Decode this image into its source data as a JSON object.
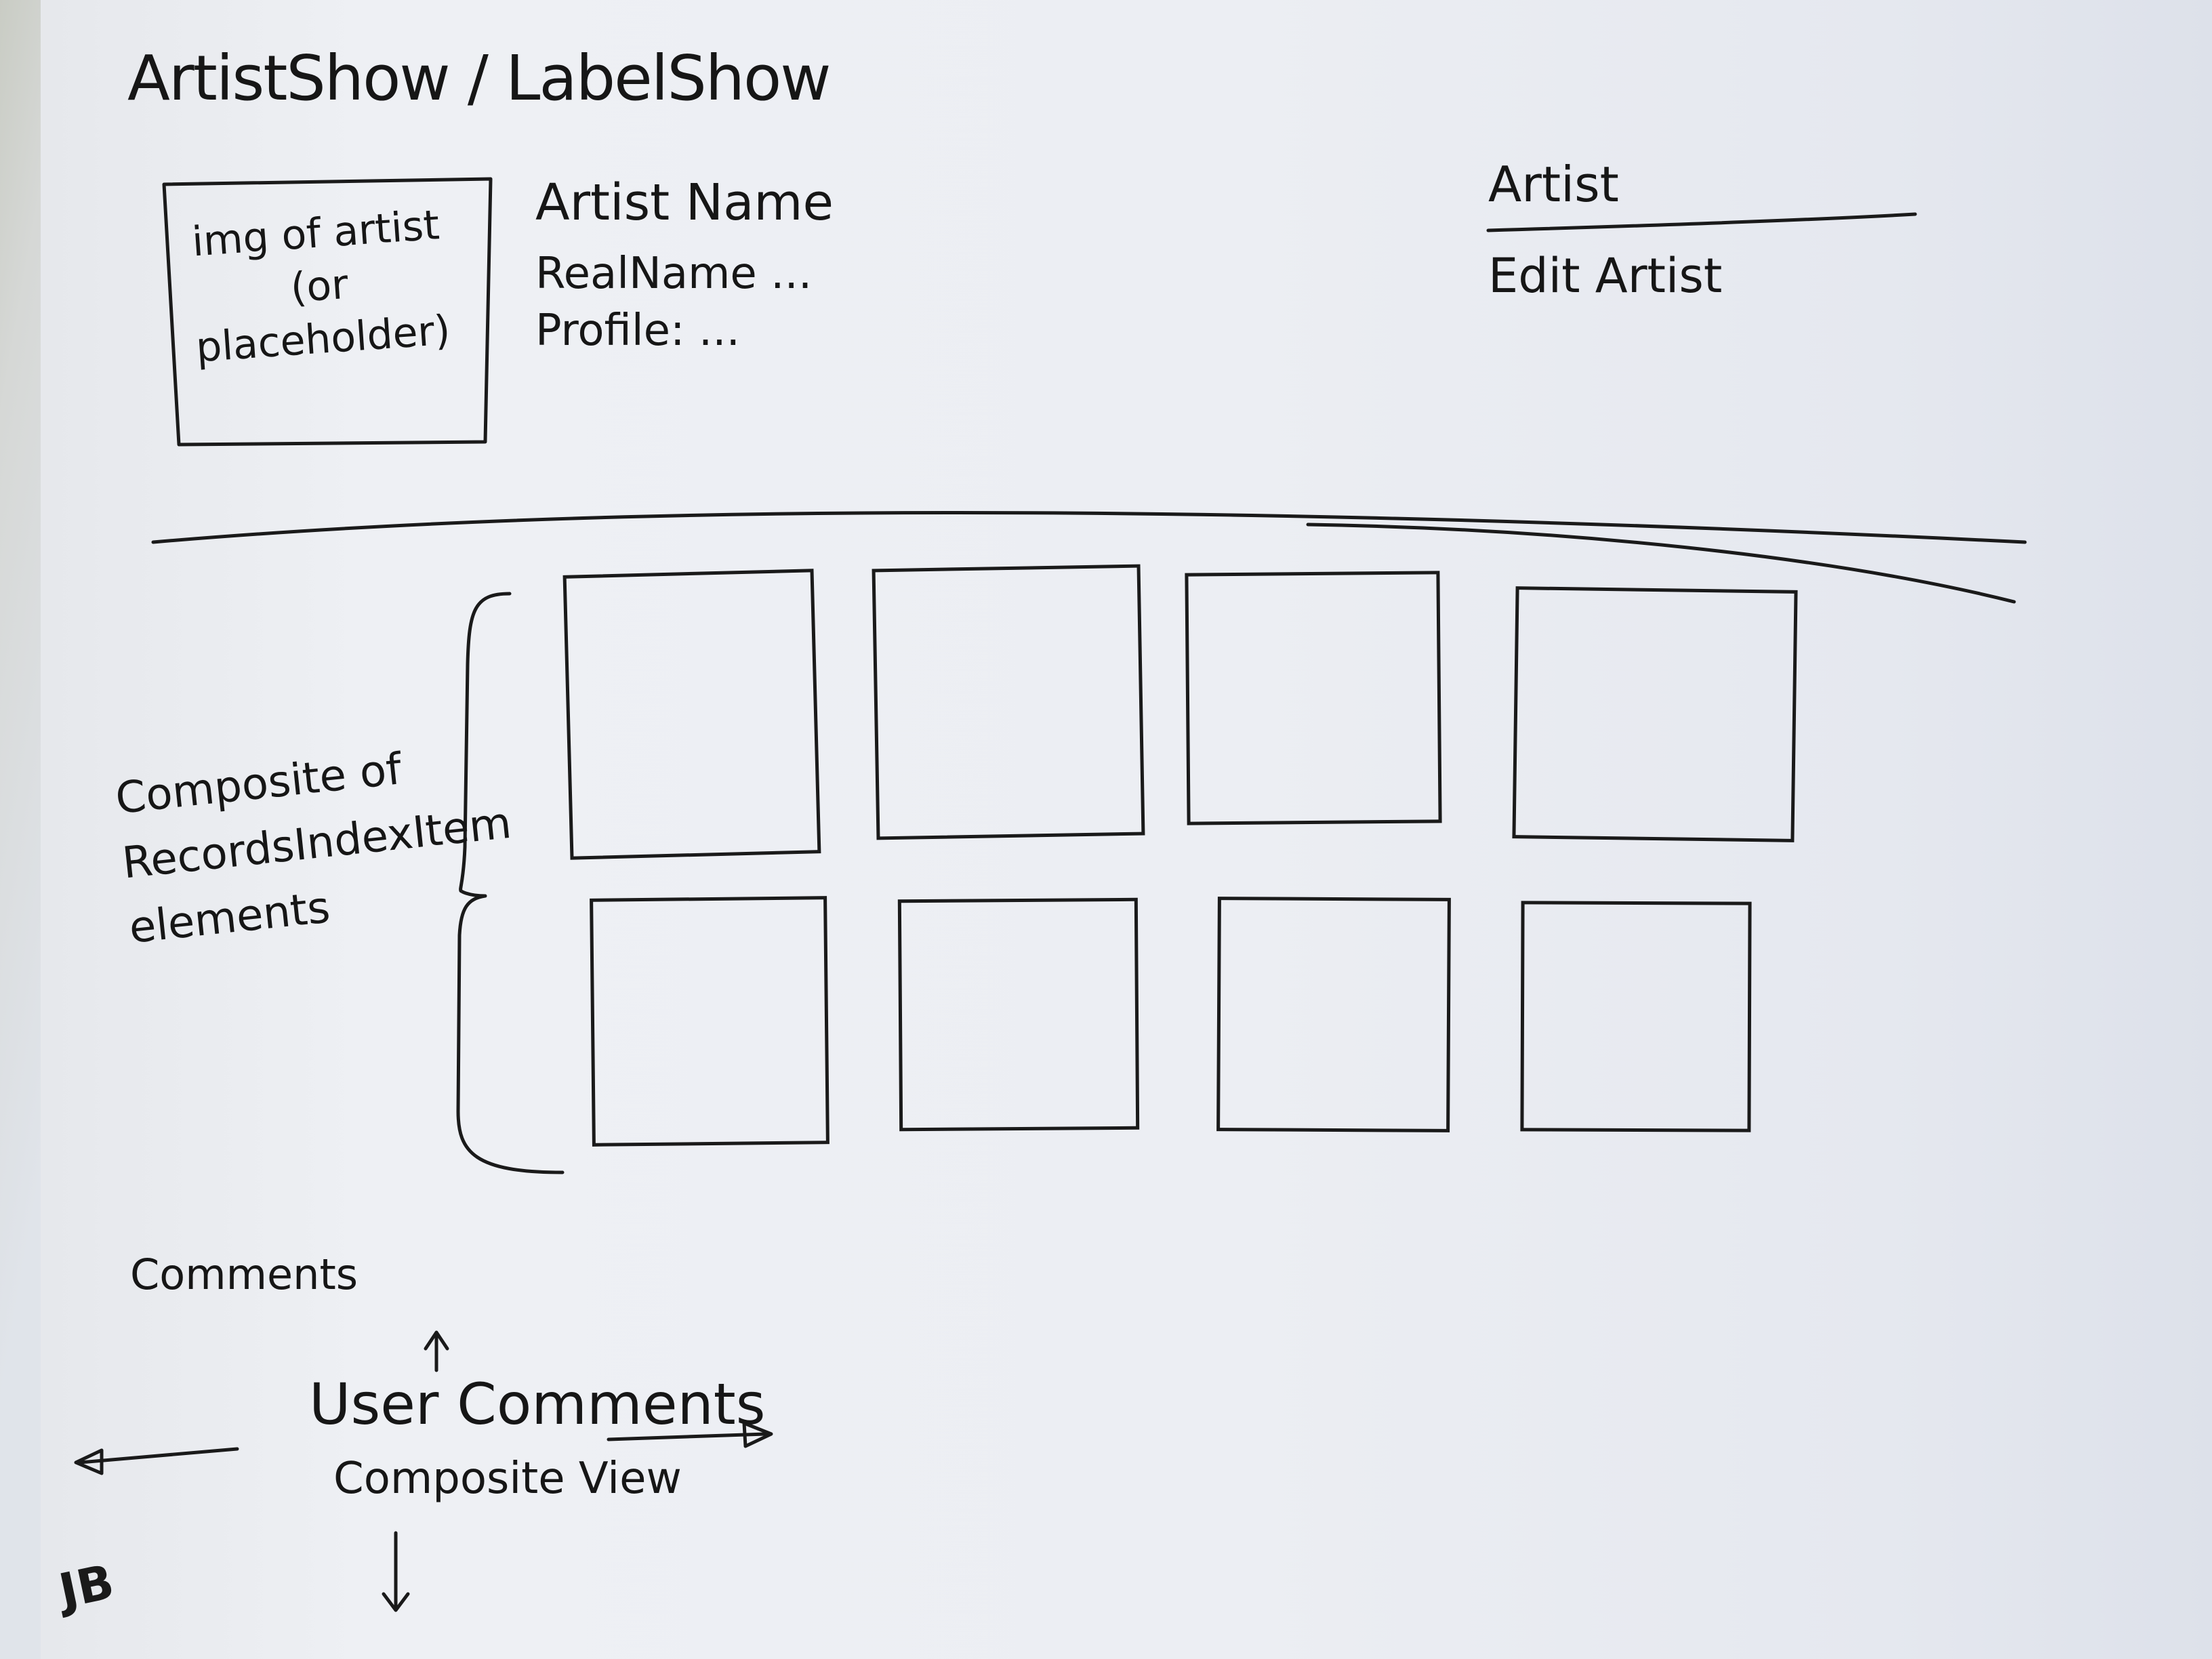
{
  "sketch": {
    "page_title": "ArtistShow / LabelShow",
    "image_placeholder": {
      "caption": "img of artist (or placeholder)"
    },
    "artist_info": {
      "name": "Artist Name",
      "real_name": "RealName ...",
      "profile": "Profile: ..."
    },
    "sidebar_nav": {
      "heading": "Artist",
      "edit_link": "Edit Artist"
    },
    "grid": {
      "annotation": "Composite of RecordsIndexItem elements",
      "tiles": [
        {
          "name": "record-tile-1"
        },
        {
          "name": "record-tile-2"
        },
        {
          "name": "record-tile-3"
        },
        {
          "name": "record-tile-4"
        },
        {
          "name": "record-tile-5"
        },
        {
          "name": "record-tile-6"
        },
        {
          "name": "record-tile-7"
        },
        {
          "name": "record-tile-8"
        }
      ]
    },
    "comments": {
      "heading": "Comments",
      "title": "User Comments",
      "subtitle": "Composite View"
    },
    "signature": "JB"
  },
  "colors": {
    "paper": "#eceef3",
    "ink": "#1a1a1a",
    "background_left": "#c9ccc4"
  },
  "icons": [
    "arrow-up-icon",
    "arrow-down-icon",
    "arrow-left-icon",
    "arrow-right-icon"
  ]
}
